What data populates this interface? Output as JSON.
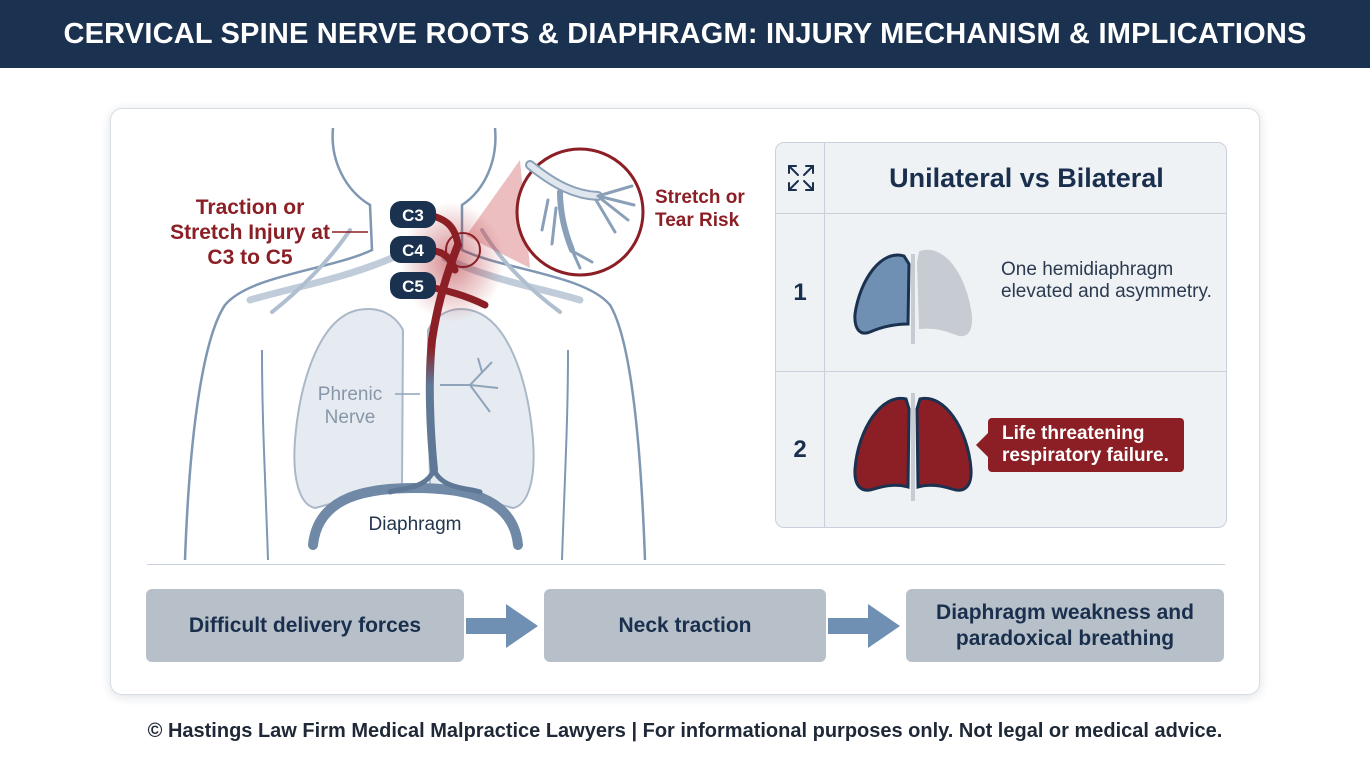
{
  "header": {
    "title": "CERVICAL SPINE NERVE ROOTS & DIAPHRAGM: INJURY MECHANISM & IMPLICATIONS"
  },
  "anatomy": {
    "injury_label": "Traction or Stretch Injury at C3 to C5",
    "zoom_label": "Stretch or Tear Risk",
    "nerve_label": "Phrenic Nerve",
    "muscle_label": "Diaphragm",
    "roots": [
      "C3",
      "C4",
      "C5"
    ]
  },
  "comparison": {
    "title": "Unilateral vs Bilateral",
    "icon": "expand-arrows-icon",
    "rows": [
      {
        "number": "1",
        "text": "One hemidiaphragm elevated and asymmetry."
      },
      {
        "number": "2",
        "text": "Life threatening respiratory failure."
      }
    ]
  },
  "flow": {
    "steps": [
      "Difficult delivery forces",
      "Neck traction",
      "Diaphragm weakness and paradoxical breathing"
    ]
  },
  "footer": {
    "text": "© Hastings Law Firm Medical Malpractice Lawyers | For informational purposes only. Not legal or medical advice."
  },
  "colors": {
    "navy": "#1a3150",
    "injury_red": "#8b1f25",
    "nerve_blue": "#6f89a6",
    "lung_fill": "#e6ebf1",
    "panel_bg": "#eff2f5",
    "flow_box": "#b7c0c9",
    "arrow_blue": "#6f8fb3"
  }
}
